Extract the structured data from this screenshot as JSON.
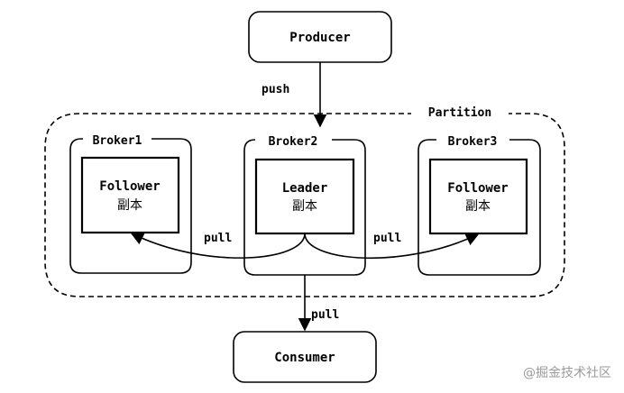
{
  "producer": {
    "label": "Producer"
  },
  "consumer": {
    "label": "Consumer"
  },
  "partition": {
    "label": "Partition"
  },
  "brokers": [
    {
      "label": "Broker1",
      "role": "Follower",
      "sub": "副本"
    },
    {
      "label": "Broker2",
      "role": "Leader",
      "sub": "副本"
    },
    {
      "label": "Broker3",
      "role": "Follower",
      "sub": "副本"
    }
  ],
  "edges": {
    "push": "push",
    "pull_left": "pull",
    "pull_right": "pull",
    "pull_consumer": "pull"
  },
  "watermark": "@掘金技术社区"
}
